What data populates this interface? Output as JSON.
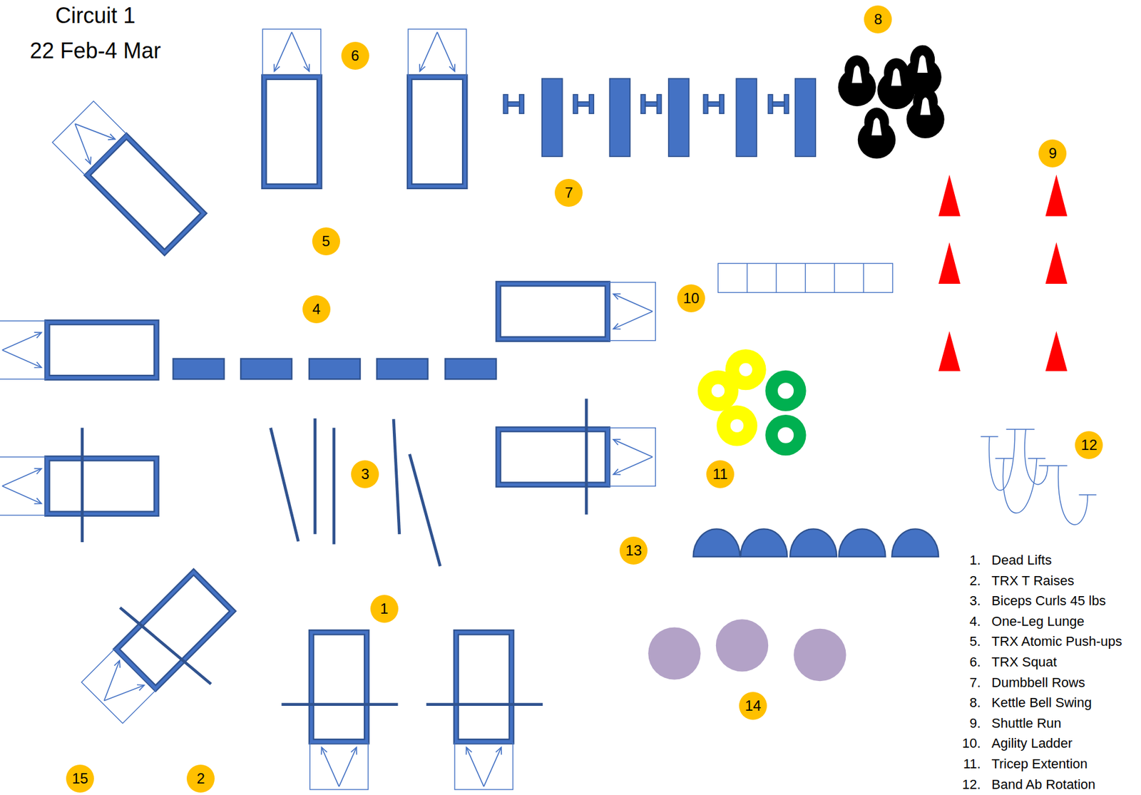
{
  "diagram": {
    "title": "Circuit 1",
    "labels": [
      "22 Feb-4 Mar",
      "1",
      "2",
      "3",
      "4",
      "5",
      "6",
      "7",
      "8",
      "9",
      "10",
      "11",
      "12",
      "13",
      "14",
      "15",
      "1.",
      "Dead Lifts",
      "2.",
      "TRX T Raises",
      "3.",
      "Biceps Curls 45 lbs",
      "4.",
      "One-Leg Lunge",
      "5.",
      "TRX Atomic Push-ups",
      "6.",
      "TRX Squat",
      "7.",
      "Dumbbell Rows",
      "8.",
      "Kettle Bell Swing",
      "9.",
      "Shuttle Run",
      "10.",
      "Agility Ladder",
      "11.",
      "Tricep Extention",
      "12.",
      "Band Ab Rotation"
    ]
  }
}
